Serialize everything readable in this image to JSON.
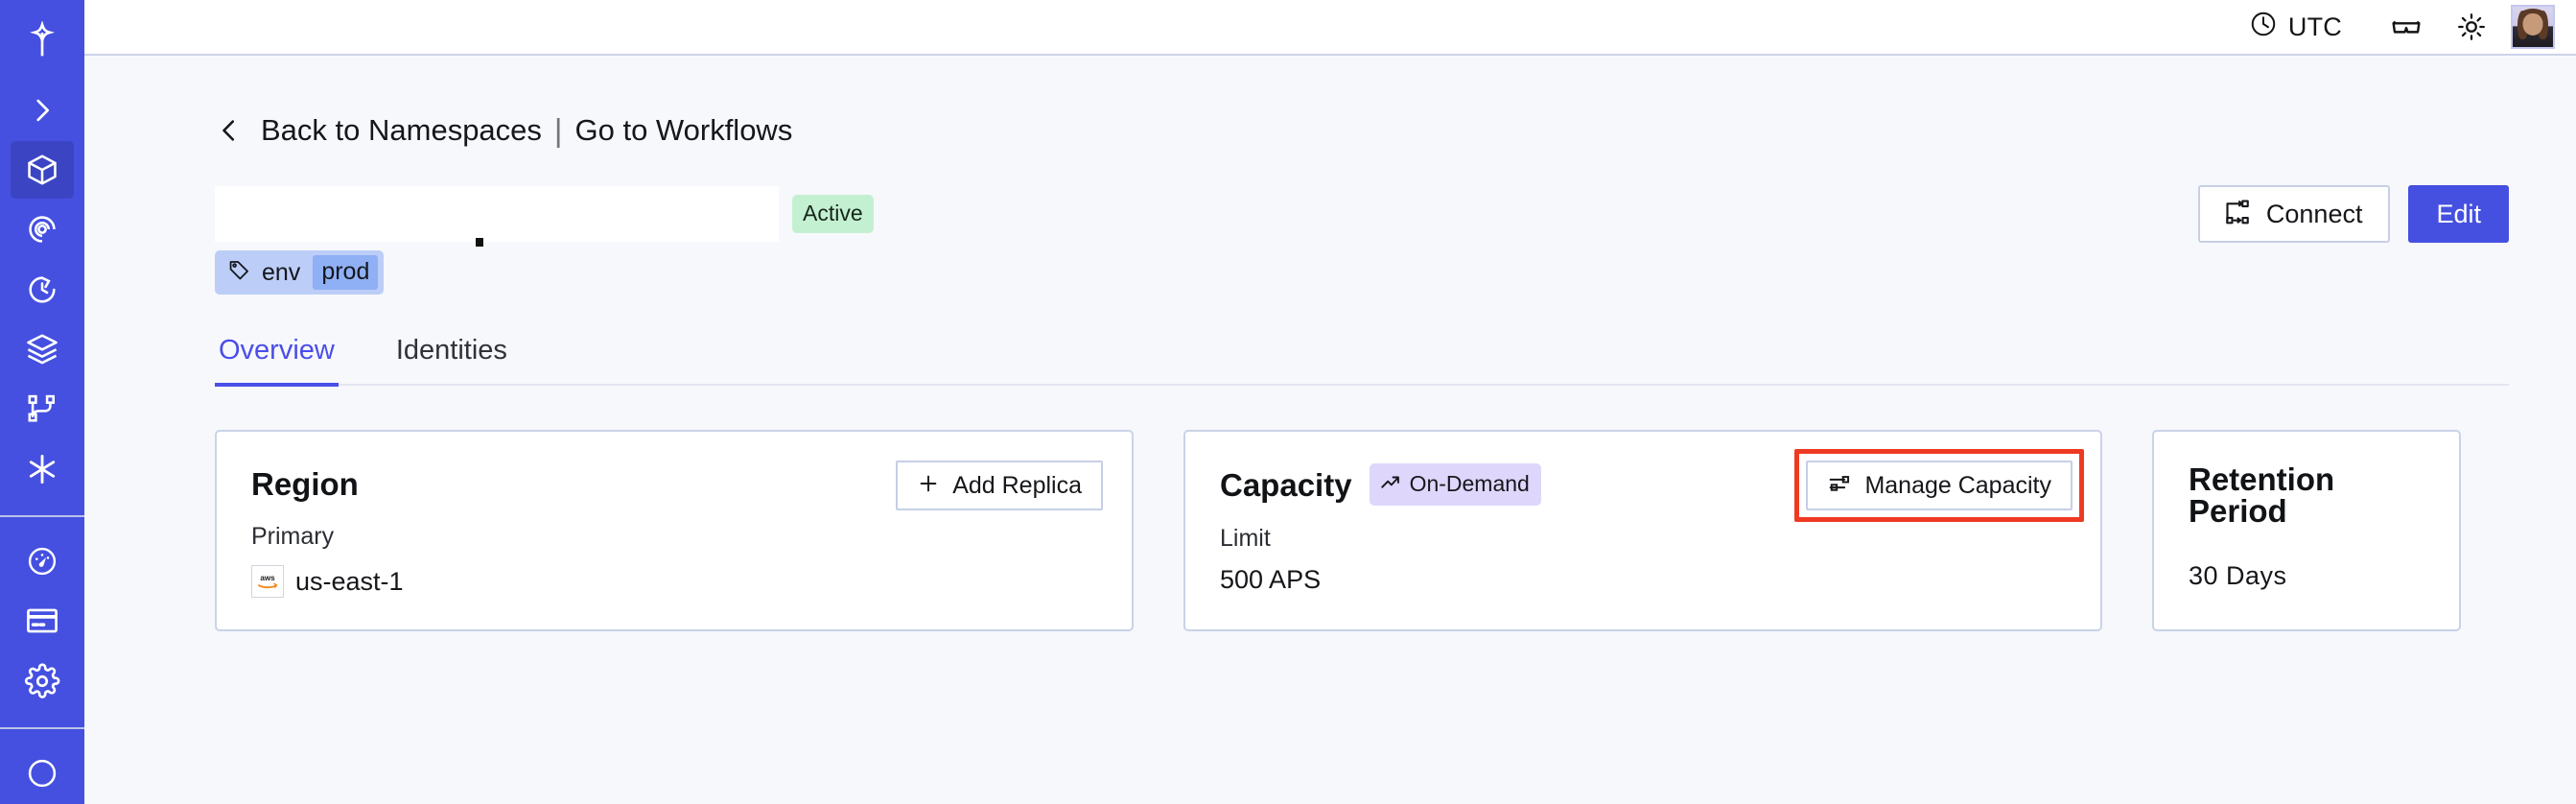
{
  "sidebar": {
    "items": [
      {
        "name": "logo",
        "icon": "temporal-logo-icon",
        "active": false
      },
      {
        "name": "expand",
        "icon": "chevron-right-icon",
        "active": false
      },
      {
        "name": "namespaces",
        "icon": "cube-icon",
        "active": true
      },
      {
        "name": "observability",
        "icon": "eye-spiral-icon",
        "active": false
      },
      {
        "name": "history",
        "icon": "clock-rewind-icon",
        "active": false
      },
      {
        "name": "layers",
        "icon": "layers-icon",
        "active": false
      },
      {
        "name": "workflows",
        "icon": "workflow-graph-icon",
        "active": false
      },
      {
        "name": "connectors",
        "icon": "asterisk-icon",
        "active": false
      },
      {
        "name": "usage",
        "icon": "gauge-icon",
        "active": false
      },
      {
        "name": "billing",
        "icon": "credit-card-icon",
        "active": false
      },
      {
        "name": "settings",
        "icon": "gear-icon",
        "active": false
      }
    ]
  },
  "topbar": {
    "timezone": "UTC",
    "clock_icon": "clock-icon",
    "glasses_icon": "glasses-icon",
    "theme_icon": "sun-icon",
    "avatar_icon": "user-avatar"
  },
  "breadcrumb": {
    "back_icon": "chevron-left-icon",
    "back_label": "Back to Namespaces",
    "separator": "|",
    "forward_label": "Go to Workflows"
  },
  "header": {
    "title": "",
    "status_badge": "Active",
    "connect_label": "Connect",
    "connect_icon": "connect-flow-icon",
    "edit_label": "Edit",
    "tag": {
      "icon": "tag-icon",
      "key": "env",
      "value": "prod"
    }
  },
  "tabs": [
    {
      "label": "Overview",
      "active": true
    },
    {
      "label": "Identities",
      "active": false
    }
  ],
  "cards": {
    "region": {
      "title": "Region",
      "button_label": "Add Replica",
      "button_icon": "plus-icon",
      "sub_label": "Primary",
      "provider_icon": "aws-logo",
      "value": "us-east-1"
    },
    "capacity": {
      "title": "Capacity",
      "badge": "On-Demand",
      "badge_icon": "trending-up-icon",
      "button_label": "Manage Capacity",
      "button_icon": "sliders-icon",
      "highlighted": true,
      "sub_label": "Limit",
      "value": "500 APS"
    },
    "retention": {
      "title": "Retention Period",
      "value": "30 Days"
    }
  },
  "colors": {
    "brand_indigo": "#4550e0",
    "tab_active": "#4a4ee8",
    "status_green_bg": "#c4f0d2",
    "badge_lavender_bg": "#ded6fb",
    "tag_bg": "#bccdf7",
    "tag_value_bg": "#8fb0f5",
    "annotation_red": "#ee3a22",
    "page_bg": "#f7f8fb",
    "card_border": "#c9d3e8"
  }
}
